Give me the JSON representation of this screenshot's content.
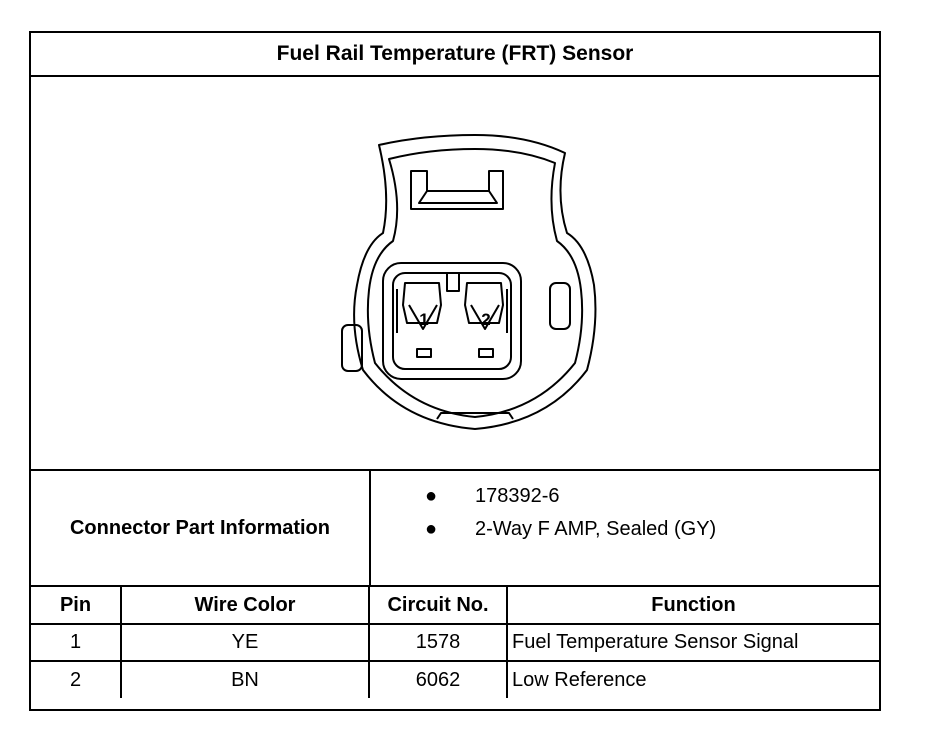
{
  "title": "Fuel Rail Temperature (FRT) Sensor",
  "drawing": {
    "icon": "connector-face-icon",
    "pin_labels": [
      "1",
      "2"
    ]
  },
  "connector_info": {
    "label": "Connector Part Information",
    "items": [
      "178392-6",
      "2-Way F AMP, Sealed (GY)"
    ]
  },
  "pin_table": {
    "headers": [
      "Pin",
      "Wire Color",
      "Circuit No.",
      "Function"
    ],
    "rows": [
      [
        "1",
        "YE",
        "1578",
        "Fuel Temperature Sensor Signal"
      ],
      [
        "2",
        "BN",
        "6062",
        "Low Reference"
      ]
    ]
  }
}
